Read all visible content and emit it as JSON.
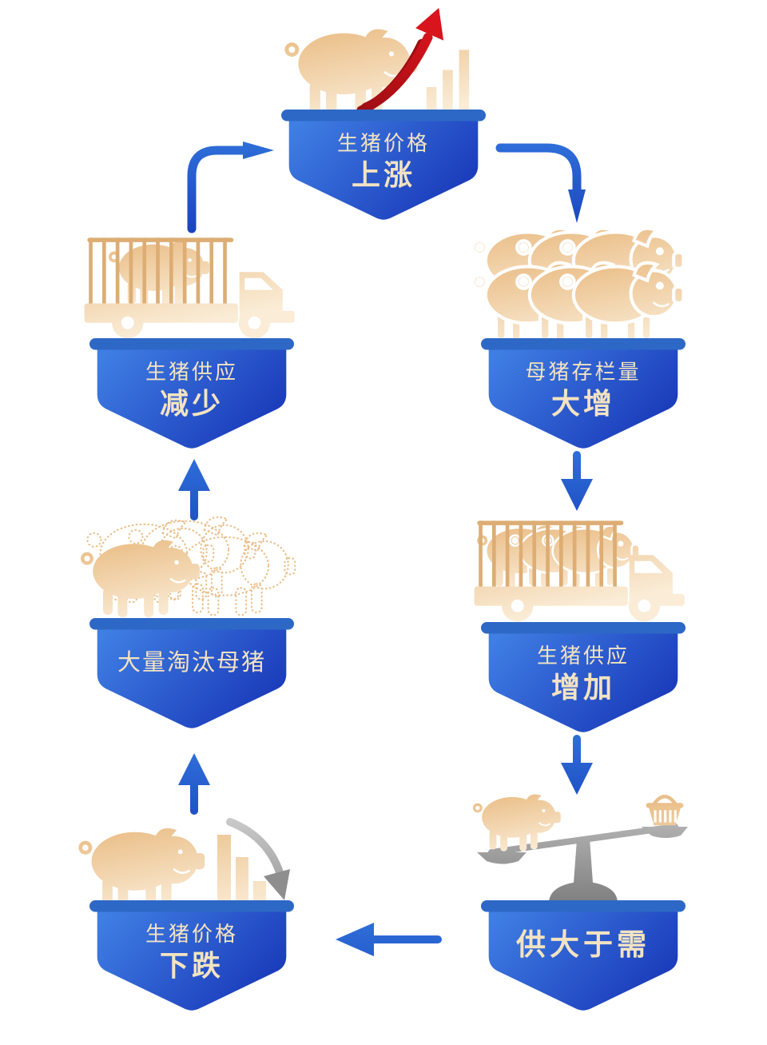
{
  "page": {
    "background": "#FFFFFF",
    "language": "zh"
  },
  "colors": {
    "banner_gradient_top": "#3F7EE3",
    "banner_gradient_bottom": "#1B3CBB",
    "banner_lip": "#2E68C6",
    "arrow_blue_light": "#2F6FD9",
    "arrow_blue_dark": "#1B45BE",
    "icon_tan_dark": "#E8B77C",
    "icon_tan_light": "#FAECD6",
    "cage_bar_tan": "#DDAD74",
    "rise_arrow_red": "#D8141C",
    "rise_arrow_red_dark": "#9B0E13",
    "fall_arrow_gray": "#8E8E8E",
    "scale_gray_light": "#C9C9C9",
    "scale_gray_dark": "#7E7E7E",
    "label_text": "#F3E3C2"
  },
  "nodes": [
    {
      "id": "price-up",
      "line1": "生猪价格",
      "line2": "上涨",
      "icon": "pig-with-rising-chart-icon"
    },
    {
      "id": "sow-inventory-up",
      "line1": "母猪存栏量",
      "line2": "大增",
      "icon": "pig-herd-icon"
    },
    {
      "id": "supply-up",
      "line1": "生猪供应",
      "line2": "增加",
      "icon": "pig-truck-icon"
    },
    {
      "id": "oversupply",
      "line1": "供大于需",
      "line2": "",
      "icon": "unbalanced-scale-icon"
    },
    {
      "id": "price-down",
      "line1": "生猪价格",
      "line2": "下跌",
      "icon": "pig-with-falling-chart-icon"
    },
    {
      "id": "cull-sows",
      "line1": "大量淘汰母猪",
      "line2": "",
      "icon": "fading-pigs-icon"
    },
    {
      "id": "supply-down",
      "line1": "生猪供应",
      "line2": "减少",
      "icon": "pig-truck-icon"
    }
  ],
  "arrows": [
    {
      "from": "price-up",
      "to": "sow-inventory-up",
      "direction": "right-then-down"
    },
    {
      "from": "sow-inventory-up",
      "to": "supply-up",
      "direction": "down"
    },
    {
      "from": "supply-up",
      "to": "oversupply",
      "direction": "down"
    },
    {
      "from": "oversupply",
      "to": "price-down",
      "direction": "left"
    },
    {
      "from": "price-down",
      "to": "cull-sows",
      "direction": "up"
    },
    {
      "from": "cull-sows",
      "to": "supply-down",
      "direction": "up"
    },
    {
      "from": "supply-down",
      "to": "price-up",
      "direction": "up-then-right"
    }
  ]
}
